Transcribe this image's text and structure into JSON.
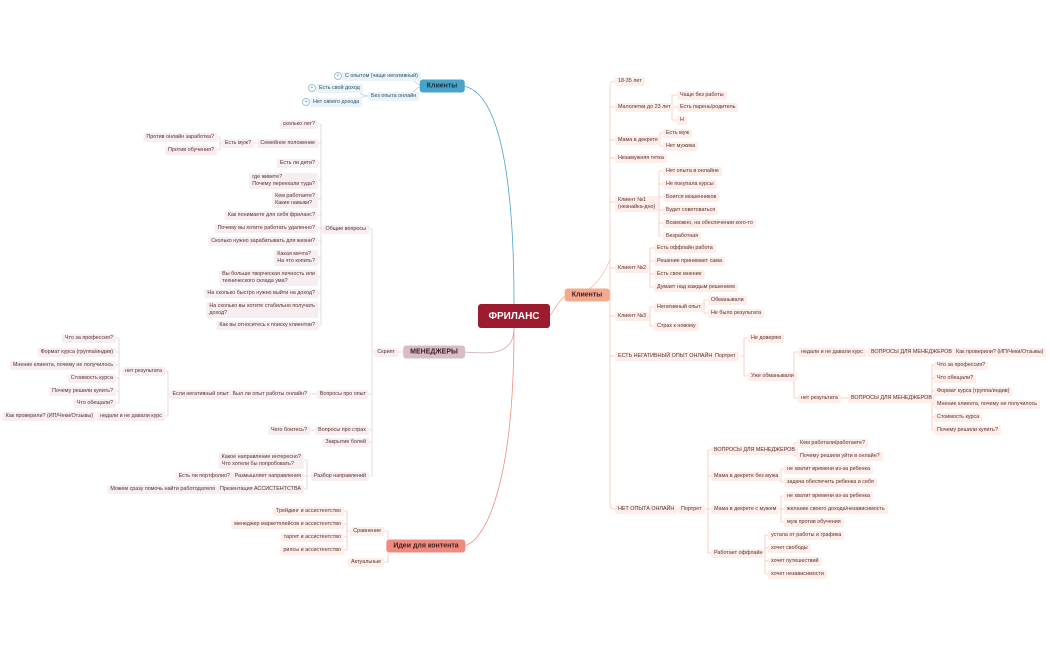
{
  "central": "ФРИЛАНС",
  "branches": {
    "klienty_top": "Клиенты",
    "klienty_right": "Клиенты",
    "menedzhery": "МЕНЕДЖЕРЫ",
    "idei": "Идеи для контента"
  },
  "klienty_top": {
    "s_opytom": "С опытом (чаще негативный)",
    "bez_opyta": "Без опыта онлайн",
    "est_dohod": "Есть свой доход",
    "net_dohoda": "Нет своего дохода"
  },
  "right": {
    "age": "18-35 лет",
    "malo": "Малолетки до 23 лет",
    "malo_1": "Чаще без работы",
    "malo_2": "Есть парень/родитель",
    "malo_3": "Н",
    "mama": "Мама в декрете",
    "mama_1": "Есть муж",
    "mama_2": "Нет мужика",
    "neznak": "Незамужняя тетка",
    "k1": "Клиент №1\n(незнайка-дно)",
    "k1_1": "Нет опыта в онлайне",
    "k1_2": "Не покупала курсы",
    "k1_3": "Боится мошенников",
    "k1_4": "Будет советоваться",
    "k1_5": "Возможно, на обеспечении кого-то",
    "k1_6": "Безработная",
    "k2": "Клиент №2",
    "k2_1": "Есть оффлайн работа",
    "k2_2": "Решение принимает сама",
    "k2_3": "Есть свое мнение",
    "k2_4": "Думает над каждым решением",
    "k3": "Клиент №3",
    "k3_1": "Негативный опыт",
    "k3_1a": "Обманывали",
    "k3_1b": "Не было результата",
    "k3_2": "Страх к новому",
    "neg": "ЕСТЬ НЕГАТИВНЫЙ ОПЫТ ОНЛАЙН",
    "portret": "Портрет",
    "ne_dov": "Не доверяю",
    "uzhe": "Уже обманывали",
    "nedali": "недали и не давали курс",
    "vopr_men": "ВОПРОСЫ ДЛЯ МЕНЕДЖЕРОВ",
    "kak_prov": "Как проверили? (ИП/Чеки/Отзывы)",
    "net_rez": "нет результата",
    "vopr_men2": "ВОПРОСЫ ДЛЯ МЕНЕДЖЕРОВ",
    "q1": "Что за профессия?",
    "q2": "Что обещали?",
    "q3": "Формат курса (группа/индив)",
    "q4": "Мнение клиента, почему не получилось",
    "q5": "Стоимость курса",
    "q6": "Почему решили купить?",
    "net_opyta": "НЕТ ОПЫТА ОНЛАЙН",
    "portret2": "Портрет",
    "vopr_men3": "ВОПРОСЫ ДЛЯ МЕНЕДЖЕРОВ",
    "vm3_1": "Кем работали/работаете?",
    "vm3_2": "Почему решили уйти в онлайн?",
    "mama_bez": "Мама в декрете без мужа",
    "mb_1": "не хватит времени из-за ребенка",
    "mb_2": "задача обеспечить ребенка и себя",
    "mama_s": "Мама в декрете с мужем",
    "ms_1": "не хватит времени из-за ребенка",
    "ms_2": "желание своего дохода/независимость",
    "ms_3": "муж против обучения",
    "rab_off": "Работает оффлайн",
    "ro_1": "устала от работы и графика",
    "ro_2": "хочет свободы",
    "ro_3": "хочет путешествий",
    "ro_4": "хочет независимости"
  },
  "left": {
    "skript": "Скрипт",
    "obshie": "Общие вопросы",
    "skolko_let": "сколько лет?",
    "semeinoe": "Семейное положение",
    "est_muzh": "Есть муж?",
    "protiv_online": "Против онлайн заработка?",
    "protiv_obuch": "Против обучения?",
    "deti": "Есть ли дети?",
    "gde": "где живете?\nПочему переехали туда?",
    "kem": "Кем работаете?\nКакие навыки?",
    "ponimaete": "Как понимаете для себя фриланс?",
    "udalenno": "Почему вы хотите работать удаленно?",
    "skolko_nuzhno": "Сколько нужно зарабатывать для жизни?",
    "kakoi_mesto": "Какая мечта?\nНа что копить?",
    "tvorch": "Вы больше творческая личность или\nтехнического склада ума?",
    "bystro": "На сколько быстро нужно выйти на доход?",
    "stabilno": "На сколько вы хотите стабильно получать\nдоход?",
    "poisk": "Как вы относитесь к поиску клиентов?",
    "pro_opyt": "Вопросы про опыт",
    "byl_li": "Был ли опыт работы онлайн?",
    "esli_neg": "Если негативный опыт",
    "net_rez": "нет результата",
    "l_q1": "Что за профессия?",
    "l_q2": "Формат курса (группа/индив)",
    "l_q3": "Мнение клиента, почему не получилось",
    "l_q4": "Стоимость курса",
    "l_q5": "Почему решили купить?",
    "l_q6": "Что обещали?",
    "nedali": "недали и не давали курс",
    "kak_prov": "Как проверили? (ИП/Чеки/Отзывы)",
    "pro_strah": "Вопросы про страх",
    "chego": "Чего боитесь?",
    "zakrytie": "Закрытие болей",
    "razbor": "Разбор направлений",
    "kakoe": "Какое направление интересно?\nЧто хотели бы попробовать?",
    "razmyshl": "Размышляет направления",
    "portfolio": "Есть ли портфолио?",
    "prezent": "Презентация АССИСТЕНТСТВА",
    "mozhem": "Можем сразу помочь найти работодателя"
  },
  "idei": {
    "sravnenie": "Сравнение",
    "aktualnye": "Актуальные",
    "s1": "Трейдинг и ассистентство",
    "s2": "менеджер маркетплейсов и ассистентство",
    "s3": "таргет и ассистентство",
    "s4": "рилсы и ассистентство"
  }
}
